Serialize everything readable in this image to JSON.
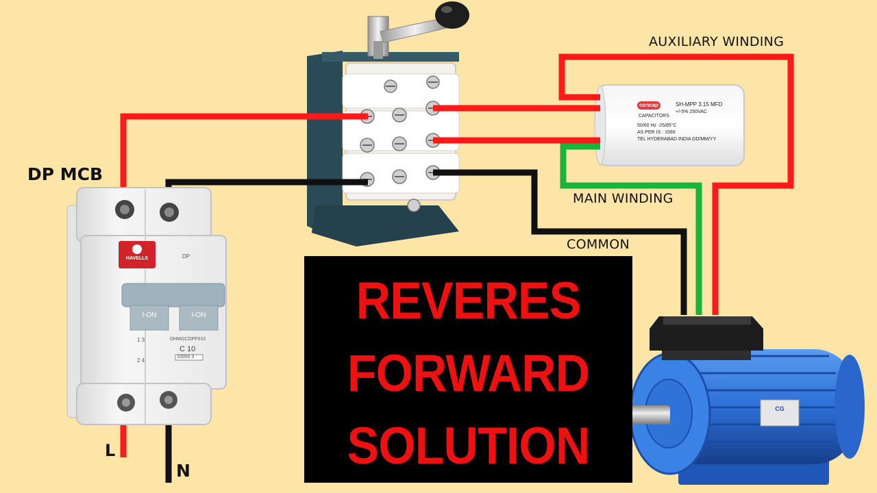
{
  "labels": {
    "dp_mcb": "DP MCB",
    "auxiliary_winding": "AUXILIARY WINDING",
    "main_winding": "MAIN WINDING",
    "common": "COMMON",
    "line": "L",
    "neutral": "N"
  },
  "title": {
    "line1": "REVERES",
    "line2": "FORWARD",
    "line3": "SOLUTION"
  },
  "mcb": {
    "brand": "HAVELLS",
    "pole_type": "DP",
    "on_left": "I-ON",
    "on_right": "I-ON",
    "model": "DHMGCDPF010",
    "rating": "C 10",
    "breaking": "10000",
    "breaking_class": "3",
    "top_terminals": "1   3",
    "bottom_terminals": "2   4"
  },
  "capacitor": {
    "brand": "concap",
    "line1": "SH-MPP 3.15 MFD",
    "line2": "+/-5%     250VAC",
    "line3": "CAPACITORS",
    "line4": "50/60 Hz          -25/85°C",
    "line5": "AS PER   IS : 1569",
    "line6": "TEL  HYDERABAD  INDIA  DD/MM/YY"
  },
  "motor": {
    "plate": "CG"
  },
  "colors": {
    "background": "#FCE5A6",
    "wire_red": "#FF1A1A",
    "wire_black": "#111111",
    "wire_green": "#1CB33A",
    "title_text": "#EE1111",
    "motor_blue": "#2C6FD6"
  }
}
